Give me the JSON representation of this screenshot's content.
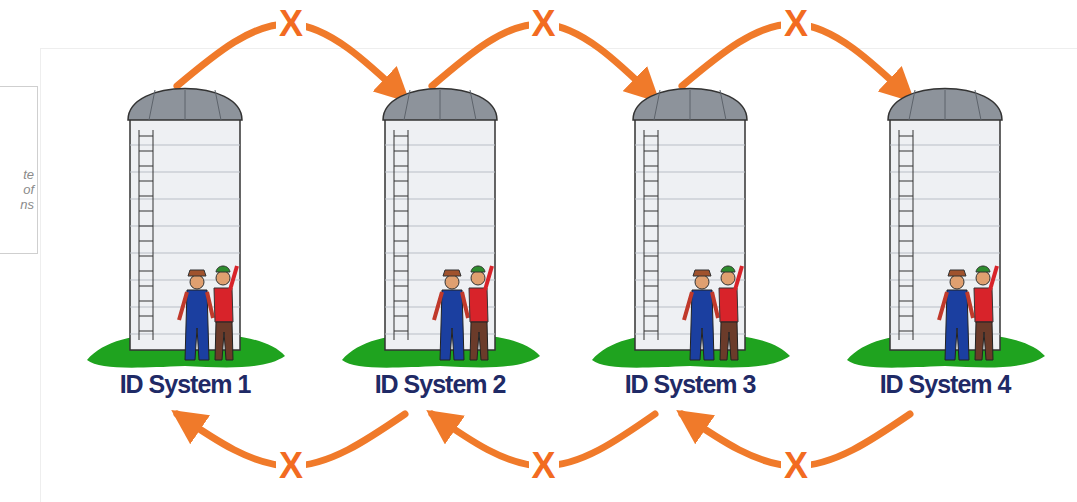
{
  "diagram": {
    "nodes": [
      {
        "text": [
          "ID System 1"
        ]
      },
      {
        "text": [
          "ID System 2"
        ]
      },
      {
        "text": [
          "ID System 3"
        ]
      },
      {
        "text": [
          "ID System 4"
        ]
      }
    ],
    "edges": [
      {
        "from": 0,
        "to": 1,
        "arrow": "to",
        "label": "X"
      },
      {
        "from": 1,
        "to": 2,
        "arrow": "to",
        "label": "X"
      },
      {
        "from": 2,
        "to": 3,
        "arrow": "to",
        "label": "X"
      },
      {
        "from": 1,
        "to": 0,
        "arrow": "to",
        "label": "X"
      },
      {
        "from": 2,
        "to": 1,
        "arrow": "to",
        "label": "X"
      },
      {
        "from": 3,
        "to": 2,
        "arrow": "to",
        "label": "X"
      }
    ],
    "labels": [
      "te",
      "of",
      "ns"
    ]
  }
}
